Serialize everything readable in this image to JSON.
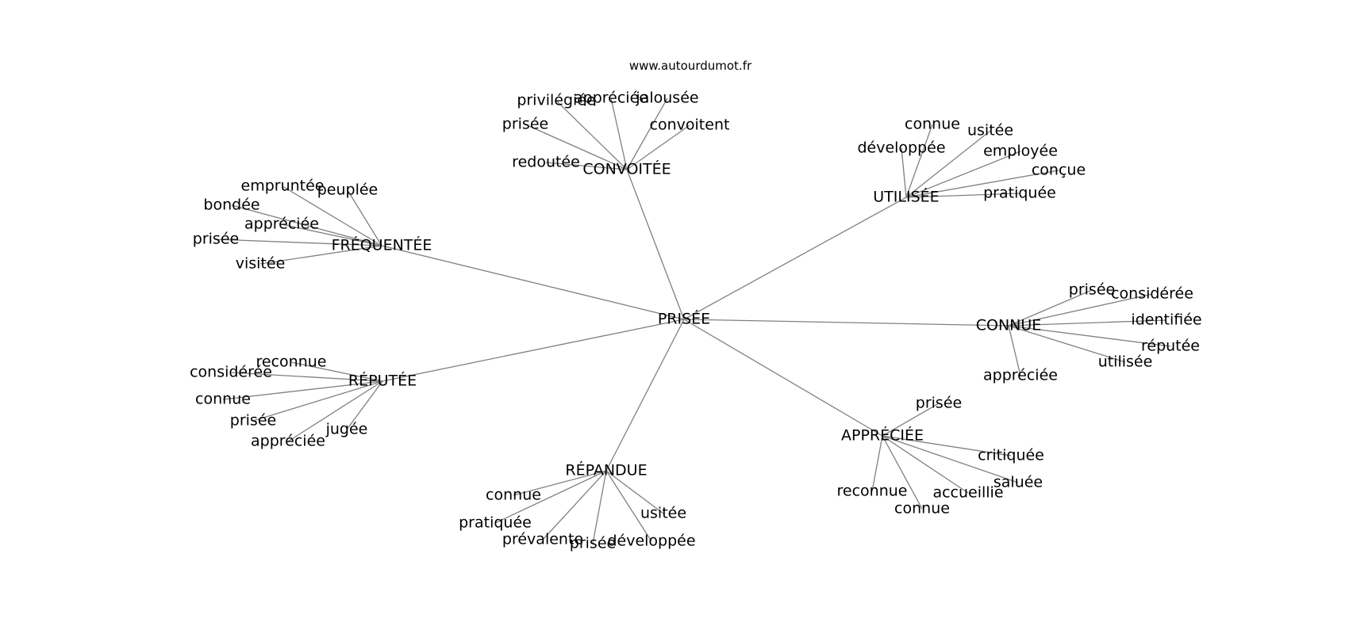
{
  "watermark": "www.autourdumot.fr",
  "edge_color": "#808080",
  "text_color": "#000000",
  "graph": {
    "center": "PRISÉE",
    "hubs": [
      {
        "id": "convoitee",
        "label": "CONVOITÉE",
        "leaves": [
          "privilégiée",
          "appréciée",
          "jalousée",
          "prisée",
          "convoitent",
          "redoutée"
        ]
      },
      {
        "id": "utilisee",
        "label": "UTILISÉE",
        "leaves": [
          "connue",
          "usitée",
          "développée",
          "employée",
          "conçue",
          "pratiquée"
        ]
      },
      {
        "id": "frequentee",
        "label": "FRÉQUENTÉE",
        "leaves": [
          "empruntée",
          "peuplée",
          "bondée",
          "appréciée",
          "prisée",
          "visitée"
        ]
      },
      {
        "id": "connue",
        "label": "CONNUE",
        "leaves": [
          "prisée",
          "considérée",
          "identifiée",
          "réputée",
          "utilisée",
          "appréciée"
        ]
      },
      {
        "id": "reputee",
        "label": "RÉPUTÉE",
        "leaves": [
          "reconnue",
          "considérée",
          "connue",
          "prisée",
          "jugée",
          "appréciée"
        ]
      },
      {
        "id": "appreciee",
        "label": "APPRÉCIÉE",
        "leaves": [
          "prisée",
          "critiquée",
          "saluée",
          "accueillie",
          "reconnue",
          "connue"
        ]
      },
      {
        "id": "repandue",
        "label": "RÉPANDUE",
        "leaves": [
          "connue",
          "pratiquée",
          "prévalente",
          "prisée",
          "développée",
          "usitée"
        ]
      }
    ]
  }
}
